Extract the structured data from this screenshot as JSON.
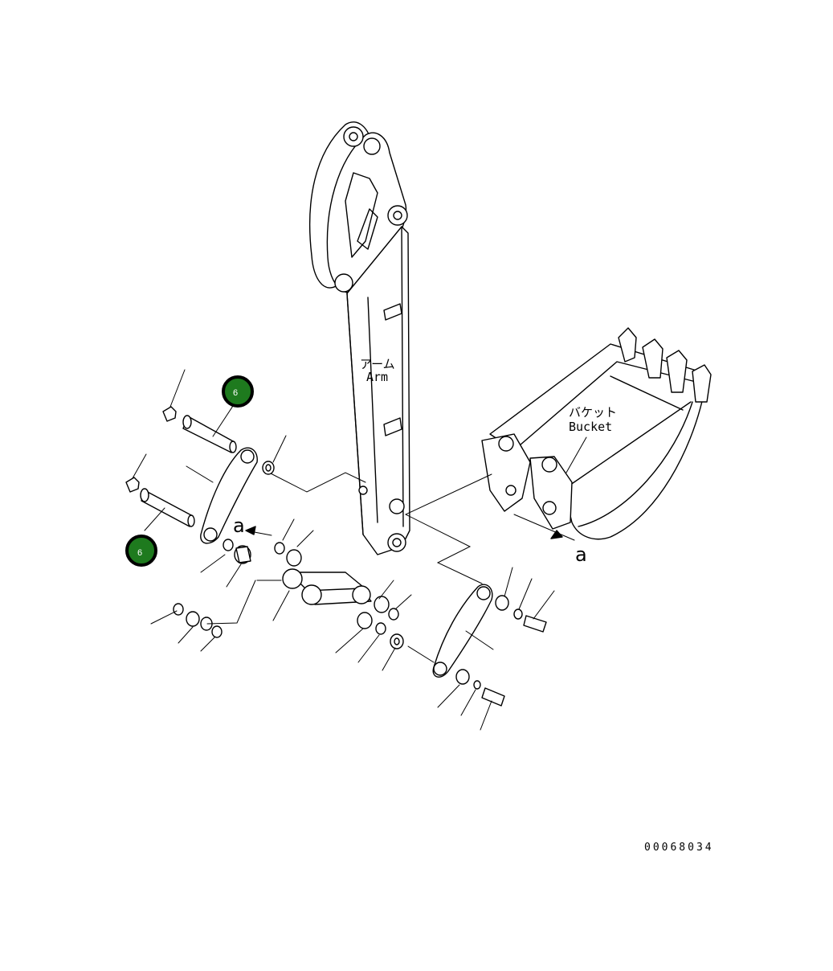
{
  "labels": {
    "arm_jp": "アーム",
    "arm_en": "Arm",
    "bucket_jp": "バケット",
    "bucket_en": "Bucket",
    "view_letter": "a",
    "drawing_number": "00068034"
  },
  "callouts": [
    {
      "number": "6",
      "color": "#1e7a1e"
    },
    {
      "number": "6",
      "color": "#1e7a1e"
    }
  ]
}
